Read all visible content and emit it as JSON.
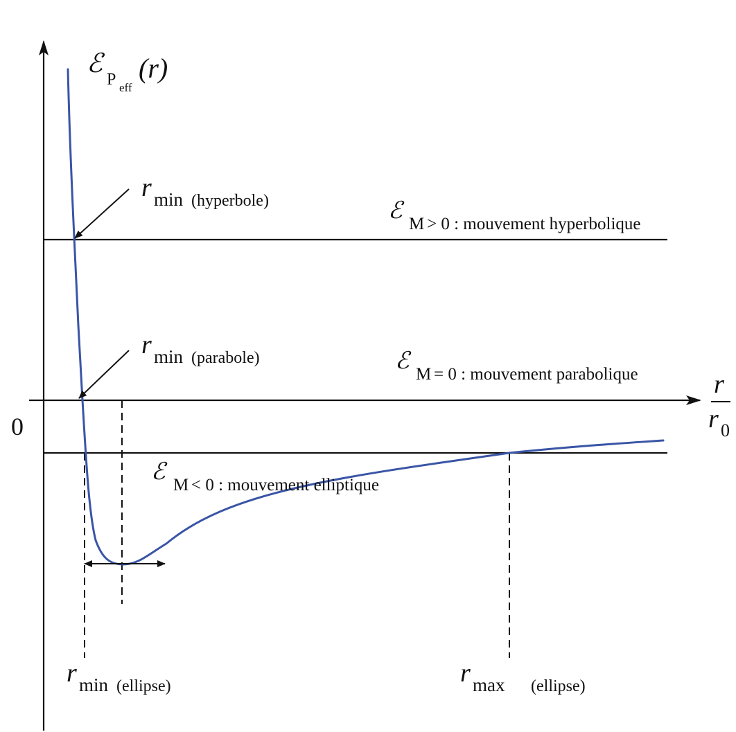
{
  "colors": {
    "curve": "#3a55a6",
    "ink": "#111111"
  },
  "labels": {
    "origin": "0",
    "x_axis_num": "r",
    "x_axis_den": "r",
    "x_axis_den_sub": "0",
    "y_axis_symbol": "ℰ",
    "y_axis_sub": "P",
    "y_axis_subsub": "eff",
    "y_axis_arg": "(r)",
    "r_symbol": "r",
    "e_symbol": "ℰ",
    "rmin_hyperbole_sub": "min",
    "rmin_hyperbole_tag": "(hyperbole)",
    "rmin_parabole_sub": "min",
    "rmin_parabole_tag": "(parabole)",
    "rmin_ellipse_sub": "min",
    "rmin_ellipse_tag": "(ellipse)",
    "rmax_ellipse_sub": "max",
    "rmax_ellipse_tag": "(ellipse)",
    "level_hyper_sub": "M",
    "level_hyper_text": " > 0 : mouvement hyperbolique",
    "level_para_sub": "M",
    "level_para_text": " = 0 : mouvement parabolique",
    "level_ellip_sub": "M",
    "level_ellip_text": " < 0 : mouvement elliptique"
  }
}
